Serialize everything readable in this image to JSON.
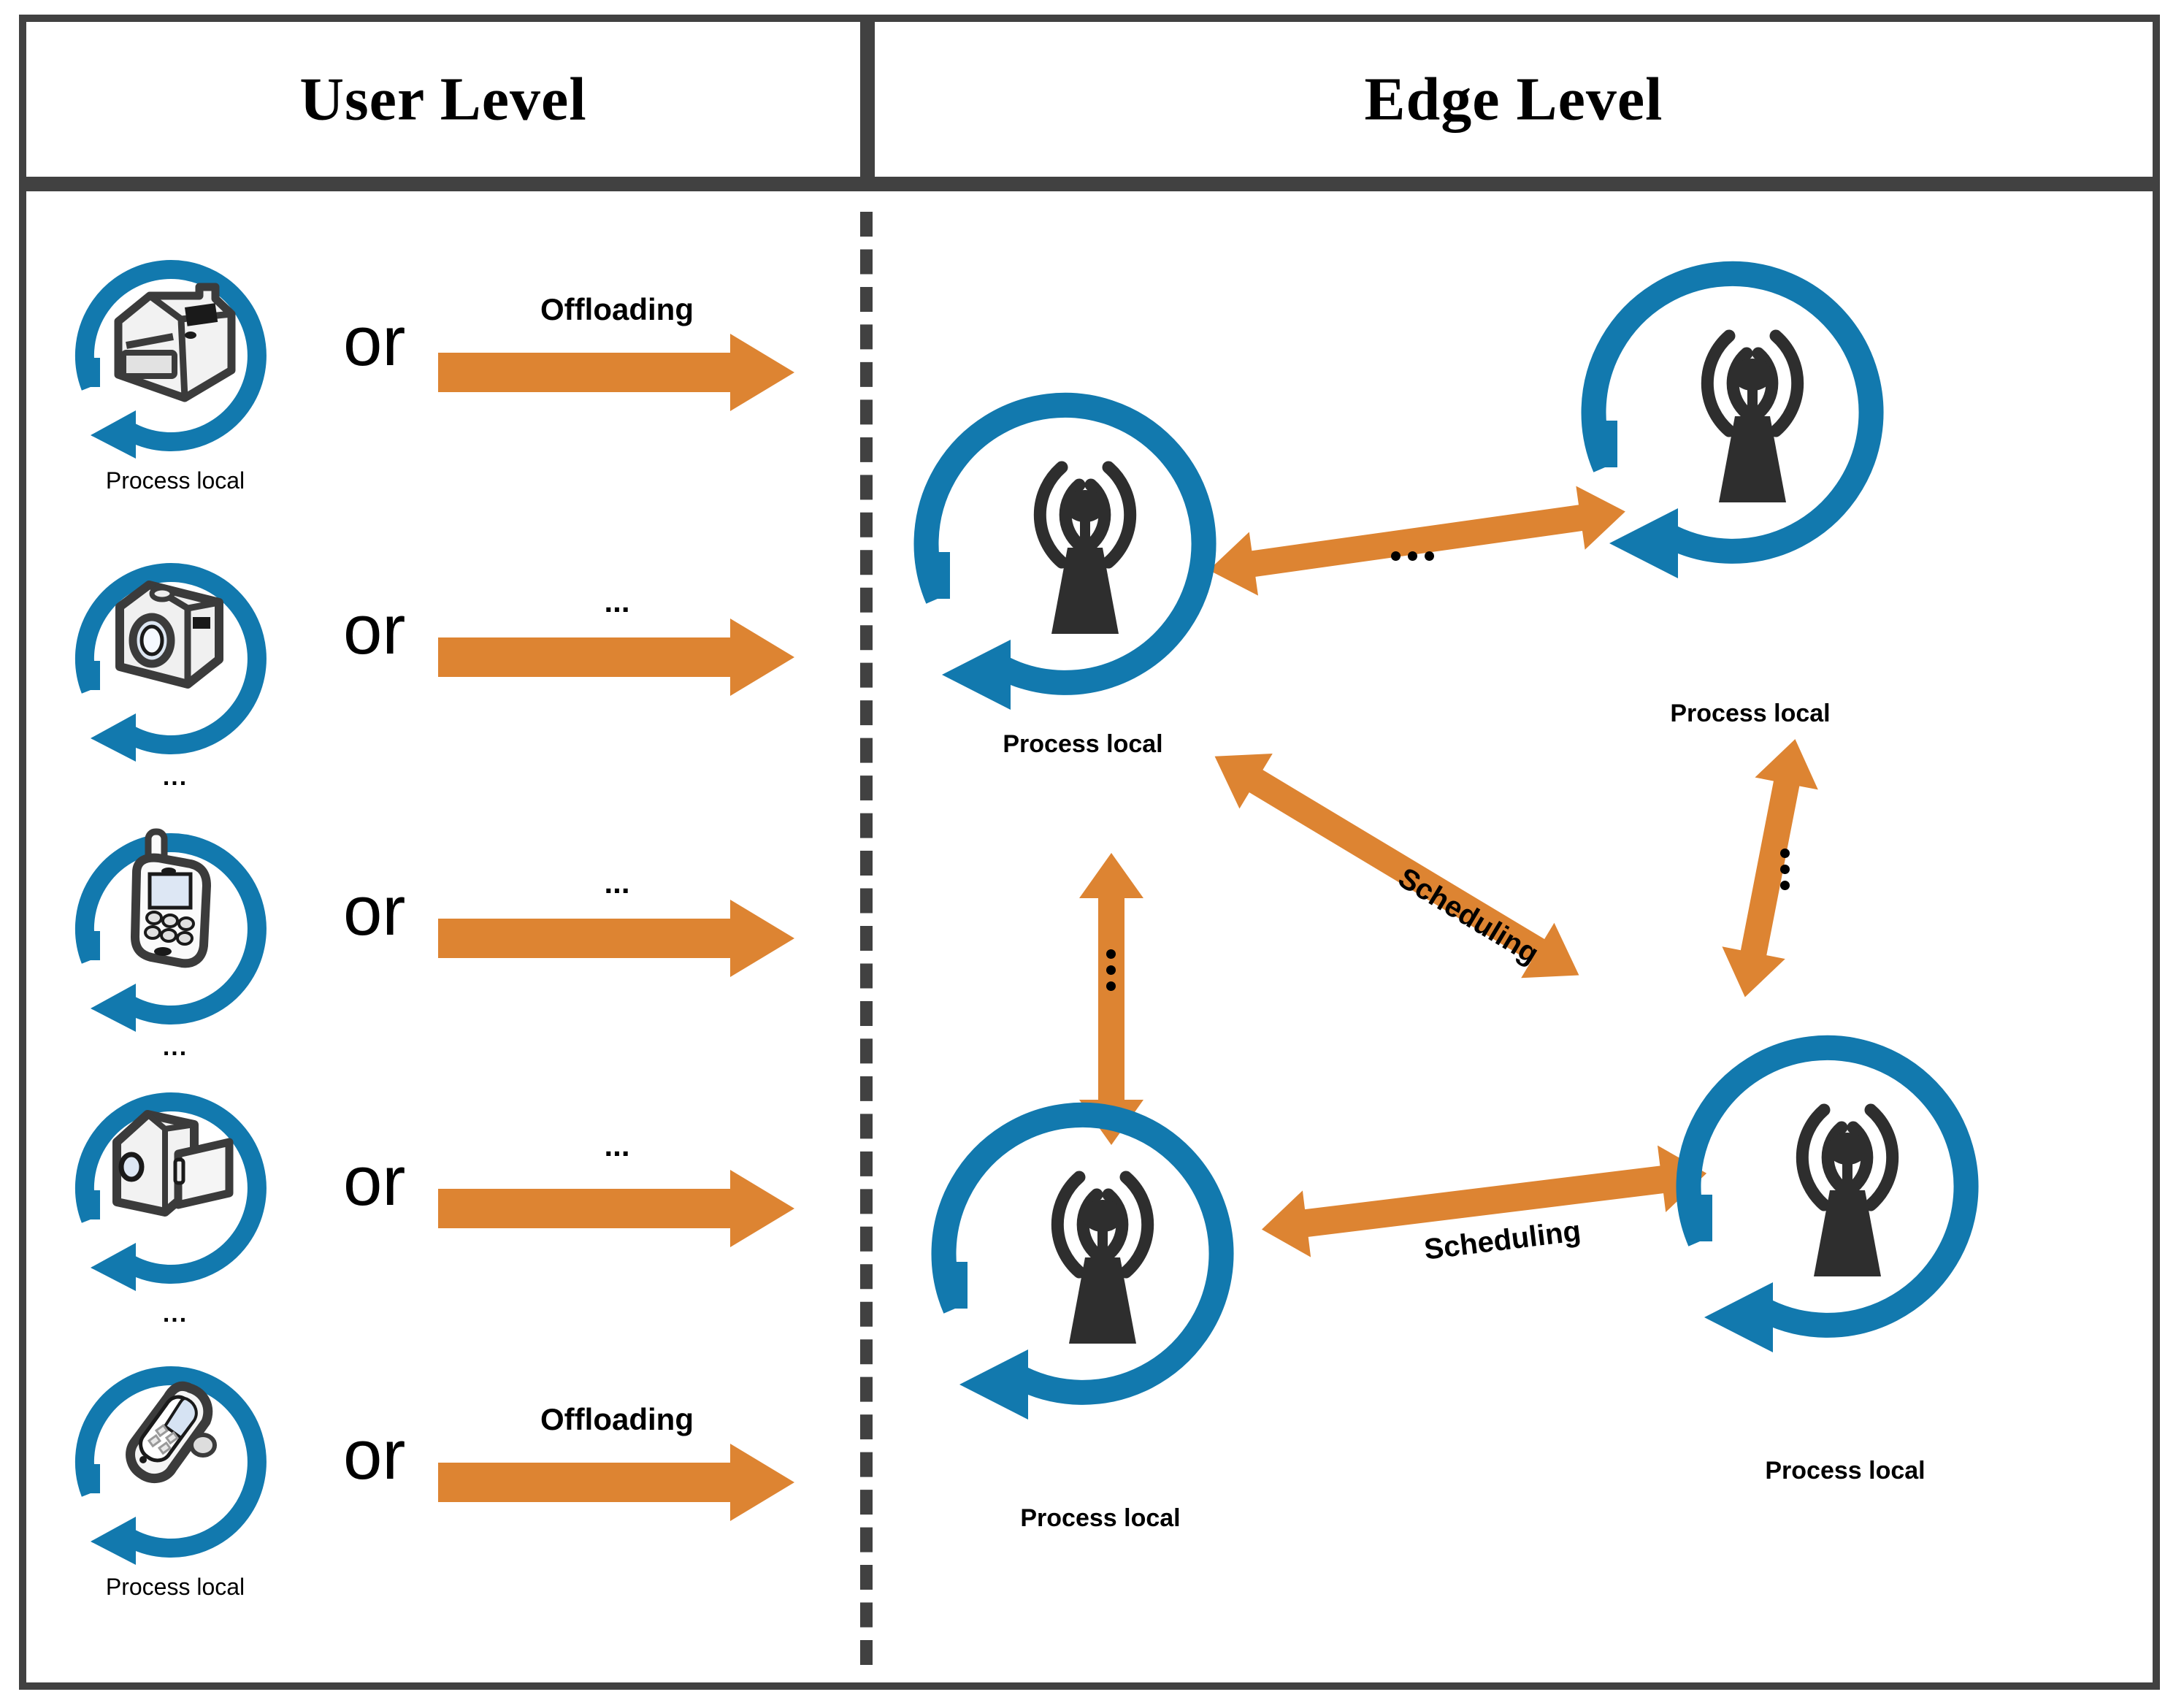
{
  "colors": {
    "frame_border": "#414141",
    "divider": "#414141",
    "cycle_arrow_blue": "#1279AE",
    "flow_arrow_orange": "#DD8432",
    "device_outline": "#3B3B3B",
    "tower_dark": "#2E2E2E",
    "background": "#FFFFFF"
  },
  "headers": {
    "left": "User Level",
    "right": "Edge Level"
  },
  "user_level": {
    "rows": [
      {
        "device_icon": "printer-icon",
        "or_label": "or",
        "arrow_label": "Offloading",
        "cycle_label": "Process local"
      },
      {
        "device_icon": "camera-icon",
        "or_label": "or",
        "arrow_label": "...",
        "cycle_label": "..."
      },
      {
        "device_icon": "cellphone-icon",
        "or_label": "or",
        "arrow_label": "...",
        "cycle_label": "..."
      },
      {
        "device_icon": "camcorder-icon",
        "or_label": "or",
        "arrow_label": "...",
        "cycle_label": "..."
      },
      {
        "device_icon": "flipphone-icon",
        "or_label": "or",
        "arrow_label": "Offloading",
        "cycle_label": "Process local"
      }
    ]
  },
  "edge_level": {
    "nodes": [
      {
        "id": "bs-top-left",
        "icon": "base-station-icon",
        "cycle_label": "Process local"
      },
      {
        "id": "bs-top-right",
        "icon": "base-station-icon",
        "cycle_label": "Process local"
      },
      {
        "id": "bs-bottom-left",
        "icon": "base-station-icon",
        "cycle_label": "Process local"
      },
      {
        "id": "bs-bottom-right",
        "icon": "base-station-icon",
        "cycle_label": "Process local"
      }
    ],
    "links": [
      {
        "id": "link-top",
        "from": "bs-top-left",
        "to": "bs-top-right",
        "label": "...",
        "style": "double-headed"
      },
      {
        "id": "link-left-vert",
        "from": "bs-top-left",
        "to": "bs-bottom-left",
        "label": "...",
        "style": "double-headed"
      },
      {
        "id": "link-right-vert",
        "from": "bs-top-right",
        "to": "bs-bottom-right",
        "label": "...",
        "style": "double-headed"
      },
      {
        "id": "link-diagonal",
        "from": "bs-top-left",
        "to": "bs-bottom-right",
        "label": "Scheduling",
        "style": "double-headed"
      },
      {
        "id": "link-bottom",
        "from": "bs-bottom-left",
        "to": "bs-bottom-right",
        "label": "Scheduling",
        "style": "double-headed"
      }
    ]
  }
}
